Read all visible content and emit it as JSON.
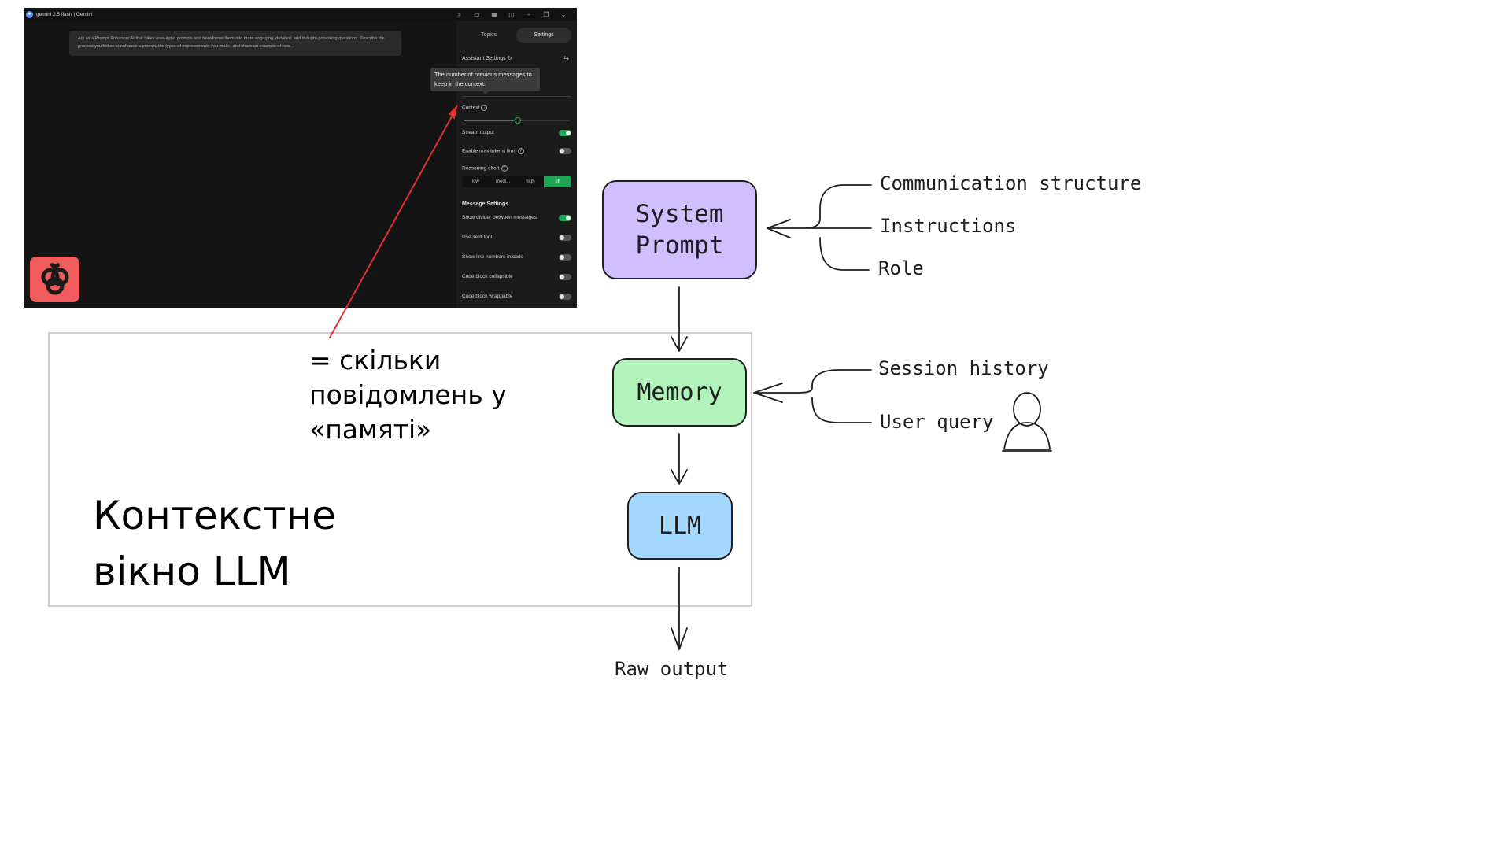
{
  "screenshot": {
    "window_title": "gemini 2.5 flash | Gemini",
    "toolbar_icons": [
      "search-icon",
      "layout-icon",
      "grid-icon",
      "panel-icon",
      "minimize-icon",
      "restore-icon",
      "chevron-icon"
    ],
    "prompt_text": "Act as a Prompt Enhancer AI that takes user-input prompts and transforms them into more engaging, detailed, and thought-provoking questions. Describe the process you follow to enhance a prompt, the types of improvements you make, and share an example of how...",
    "tabs": [
      "Topics",
      "Settings"
    ],
    "active_tab": "Settings",
    "assistant_settings_label": "Assistant Settings",
    "tooltip": "The number of previous messages to keep in the context.",
    "context_label": "Context",
    "context_level": 0.5,
    "settings": [
      {
        "label": "Stream output",
        "on": true
      },
      {
        "label": "Enable max tokens limit",
        "on": false
      }
    ],
    "reasoning_label": "Reasoning effort",
    "reasoning_options": [
      "low",
      "medi...",
      "high",
      "off"
    ],
    "reasoning_selected": "off",
    "message_settings_label": "Message Settings",
    "message_settings": [
      {
        "label": "Show divider between messages",
        "on": true
      },
      {
        "label": "Use serif font",
        "on": false
      },
      {
        "label": "Show line numbers in code",
        "on": false
      },
      {
        "label": "Code block collapsible",
        "on": false
      },
      {
        "label": "Code block wrappable",
        "on": false
      }
    ]
  },
  "diagram": {
    "system_prompt": "System\nPrompt",
    "memory": "Memory",
    "llm": "LLM",
    "raw_output": "Raw output",
    "system_inputs": [
      "Communication structure",
      "Instructions",
      "Role"
    ],
    "memory_inputs": [
      "Session history",
      "User query"
    ],
    "note": "= скільки повідомлень у «памяті»",
    "context_title": "Контекстне вікно LLM",
    "colors": {
      "system_prompt": "#d0bfff",
      "memory": "#b2f2bb",
      "llm": "#a5d8ff",
      "annotation_arrow": "#e03131"
    }
  }
}
